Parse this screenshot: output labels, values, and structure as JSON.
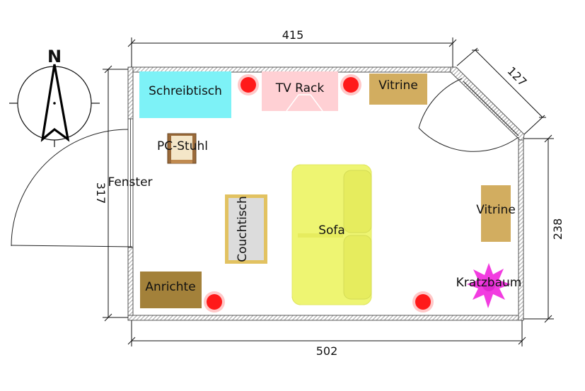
{
  "dimensions": {
    "top": "415",
    "diagonal": "127",
    "left": "317",
    "right": "238",
    "bottom": "502"
  },
  "compass": {
    "north": "N"
  },
  "labels": {
    "window": "Fenster",
    "desk": "Schreibtisch",
    "tv_rack": "TV Rack",
    "cabinet_top": "Vitrine",
    "cabinet_right": "Vitrine",
    "pc_chair": "PC-Stuhl",
    "coffee_table": "Couchtisch",
    "sofa": "Sofa",
    "sideboard": "Anrichte",
    "cat_tree": "Kratzbaum"
  },
  "colors": {
    "wall": "#9a9a9a",
    "desk": "#7df2f7",
    "tv_rack": "#ffd0d4",
    "cabinet": "#d2ad60",
    "sideboard": "#a3813a",
    "sofa": "#eef572",
    "coffee_table": "#e2c261",
    "lamp": "#ff1a1a",
    "cat_tree": "#f23ce0"
  }
}
